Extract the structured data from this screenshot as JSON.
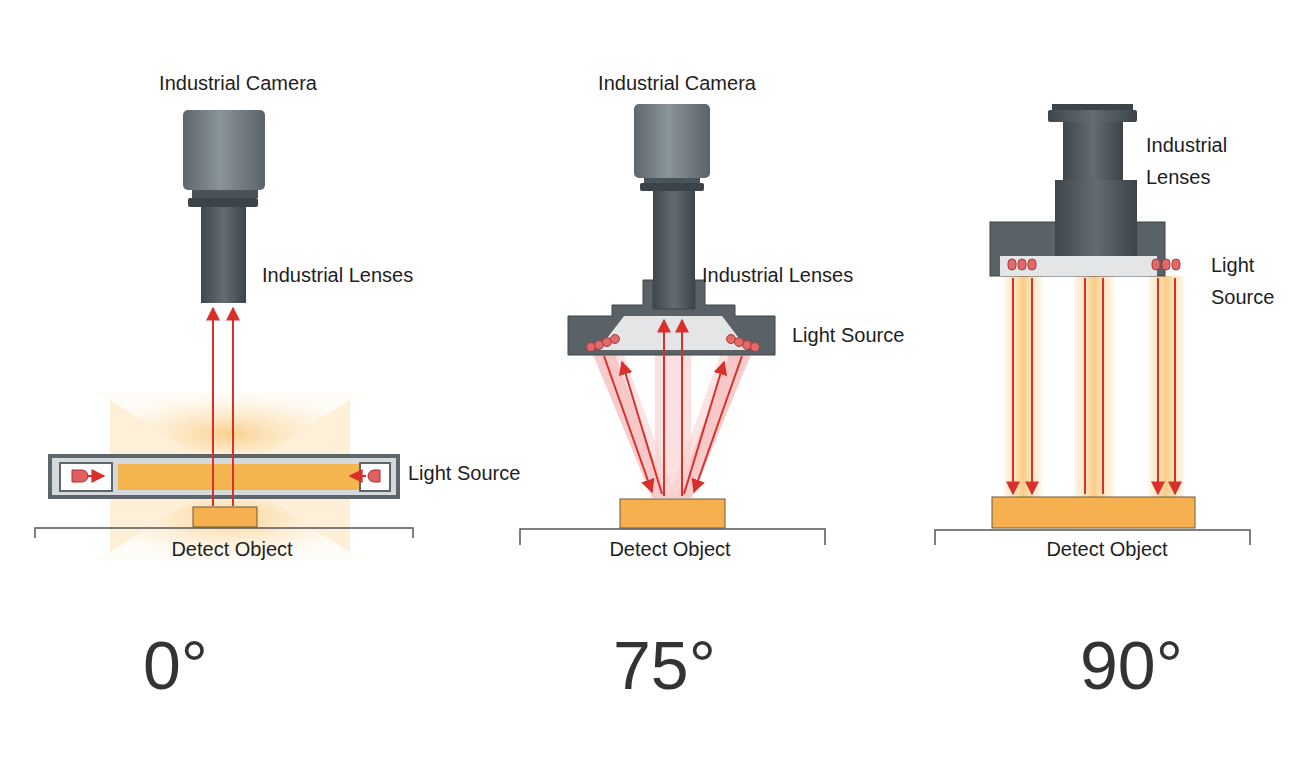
{
  "diagram": {
    "labels": [
      "Industrial Camera",
      "Industrial Lenses",
      "Light Source",
      "Detect Object",
      "0°",
      "Industrial Camera",
      "Industrial Lenses",
      "Light Source",
      "Detect Object",
      "75°",
      "Industrial Lenses",
      "Light Source",
      "Detect Object",
      "90°"
    ]
  }
}
